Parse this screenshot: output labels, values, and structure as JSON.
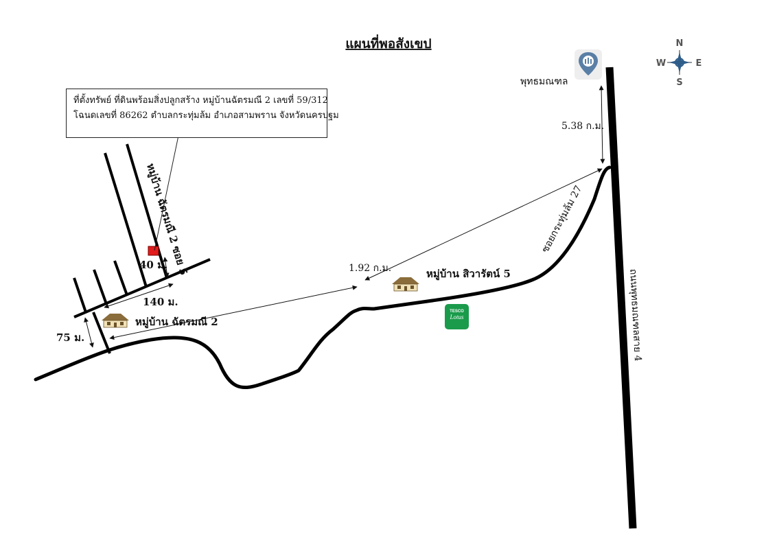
{
  "title": "แผนที่พอสังเขป",
  "info_box": {
    "line1": "ที่ตั้งทรัพย์ ที่ดินพร้อมสิ่งปลูกสร้าง หมู่บ้านฉัตรมณี 2 เลขที่ 59/312",
    "line2": "โฉนดเลขที่ 86262 ตำบลกระทุ่มล้ม  อำเภอสามพราน จังหวัดนครปฐม"
  },
  "labels": {
    "temple": "พุทธมณฑล",
    "main_road": "ถนนพุทธมณฑลสาย 4",
    "soi": "ซอยกระทุ่มล้ม 27",
    "village_chatmanee": "หมู่บ้าน ฉัตรมณี 2",
    "village_chatmanee_soi": "หมู่บ้าน ฉัตรมณี 2 ซอย 5",
    "village_siwarat": "หมู่บ้าน สิวารัตน์ 5"
  },
  "distances": {
    "temple_to_soi": "5.38 ก.ม.",
    "soi_to_village": "1.92 ก.ม.",
    "d140": "140 ม.",
    "d75": "75 ม.",
    "d40": "40 ม."
  },
  "compass": {
    "n": "N",
    "s": "S",
    "e": "E",
    "w": "W"
  },
  "store_logo": {
    "line1": "TESCO",
    "line2": "Lotus",
    "color": "#1a9b4b"
  },
  "colors": {
    "property_marker": "#e31b1b",
    "road": "#000000",
    "temple_pin": "#3b6fa0"
  },
  "icons": [
    "house-icon",
    "temple-pin-icon",
    "compass-icon",
    "property-marker-icon",
    "store-logo-icon"
  ]
}
